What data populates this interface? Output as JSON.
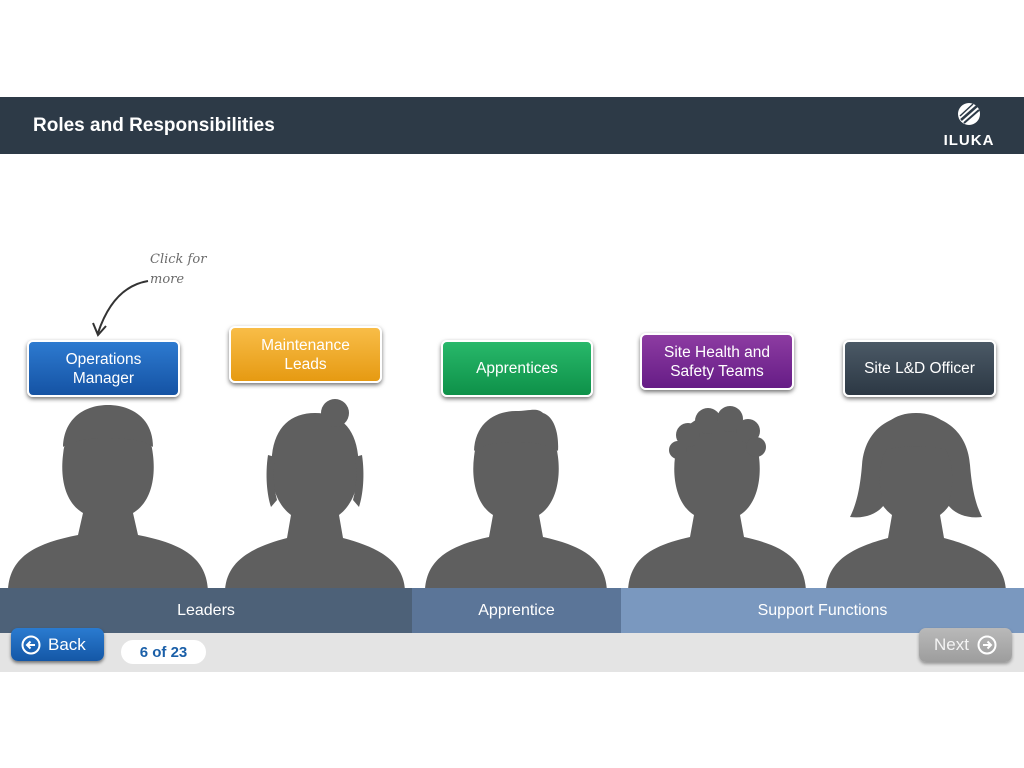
{
  "header": {
    "title": "Roles and Responsibilities",
    "logo_text": "ILUKA",
    "background": "#2d3a47"
  },
  "hint": {
    "line1": "Click for",
    "line2": "more"
  },
  "roles": [
    {
      "line1": "Operations",
      "line2": "Manager",
      "color": "#1f66bd"
    },
    {
      "line1": "Maintenance",
      "line2": "Leads",
      "color": "#f0a82a"
    },
    {
      "line1": "Apprentices",
      "line2": "",
      "color": "#16a356"
    },
    {
      "line1": "Site Health and",
      "line2": "Safety Teams",
      "color": "#7a2a96"
    },
    {
      "line1": "Site L&D Officer",
      "line2": "",
      "color": "#35424f"
    }
  ],
  "groups": [
    {
      "label": "Leaders",
      "color": "#4d6178"
    },
    {
      "label": "Apprentice",
      "color": "#5b7598"
    },
    {
      "label": "Support Functions",
      "color": "#7a98bf"
    }
  ],
  "nav": {
    "back_label": "Back",
    "next_label": "Next",
    "page_counter": "6 of 23"
  },
  "icons": {
    "back": "arrow-left-circle-icon",
    "next": "arrow-right-circle-icon",
    "logo": "iluka-logo-icon"
  }
}
